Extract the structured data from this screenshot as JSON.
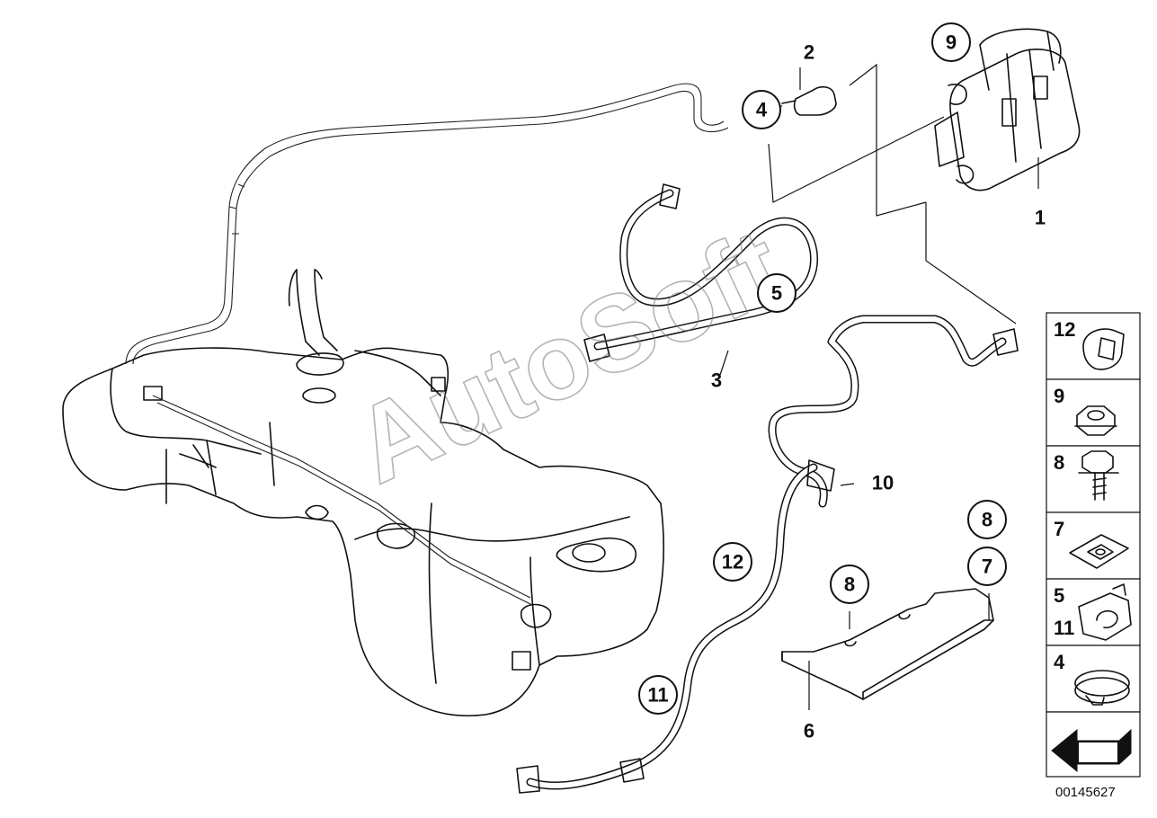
{
  "diagram": {
    "callouts": [
      {
        "id": "c-1",
        "label": "1"
      },
      {
        "id": "c-2",
        "label": "2"
      },
      {
        "id": "c-3",
        "label": "3"
      },
      {
        "id": "c-4",
        "label": "4"
      },
      {
        "id": "c-5",
        "label": "5"
      },
      {
        "id": "c-6",
        "label": "6"
      },
      {
        "id": "c-7",
        "label": "7"
      },
      {
        "id": "c-8a",
        "label": "8"
      },
      {
        "id": "c-8b",
        "label": "8"
      },
      {
        "id": "c-9",
        "label": "9"
      },
      {
        "id": "c-10",
        "label": "10"
      },
      {
        "id": "c-11",
        "label": "11"
      },
      {
        "id": "c-12",
        "label": "12"
      }
    ],
    "watermark": "AutoSoft",
    "document_id": "00145627"
  },
  "parts_panel": {
    "cells": [
      {
        "labels": [
          "12"
        ],
        "icon": "clip-icon"
      },
      {
        "labels": [
          "9"
        ],
        "icon": "hex-nut-icon"
      },
      {
        "labels": [
          "8"
        ],
        "icon": "hex-bolt-icon"
      },
      {
        "labels": [
          "7"
        ],
        "icon": "clip-nut-icon"
      },
      {
        "labels": [
          "5",
          "11"
        ],
        "icon": "hose-holder-icon"
      },
      {
        "labels": [
          "4"
        ],
        "icon": "hose-clamp-icon"
      },
      {
        "labels": [],
        "icon": "direction-arrow-icon"
      }
    ]
  }
}
